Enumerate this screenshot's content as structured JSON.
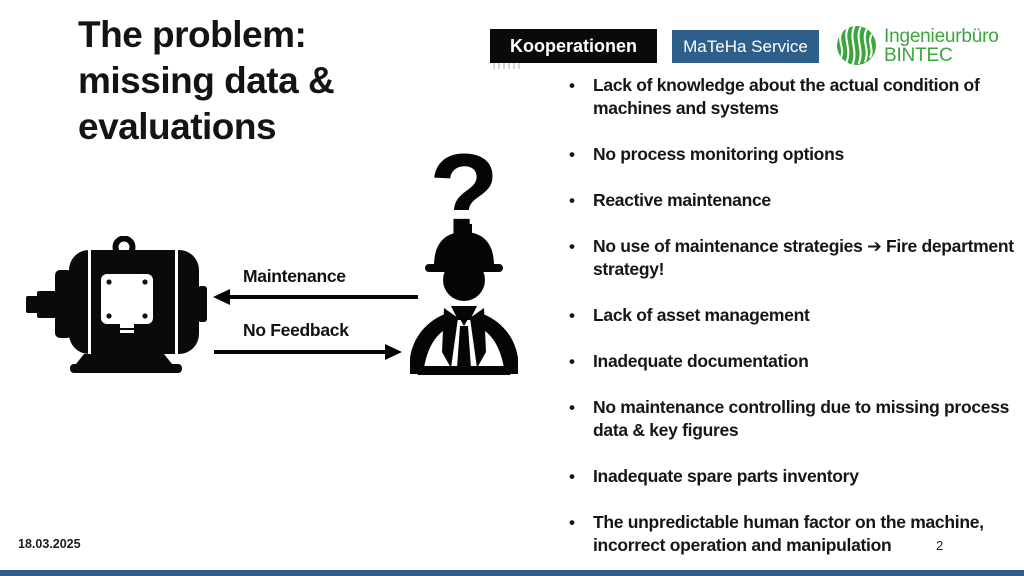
{
  "slide": {
    "title": "The problem: missing data & evaluations",
    "date": "18.03.2025",
    "page_number": "2"
  },
  "header": {
    "badges": [
      {
        "label": "Kooperationen",
        "bg": "#0a0a0a"
      },
      {
        "label": "MaTeHa Service",
        "bg": "#2e5f8a"
      }
    ],
    "logo": {
      "line1": "Ingenieurbüro",
      "line2": "BINTEC",
      "icon": "wavy-sphere-icon",
      "color": "#3da53d"
    }
  },
  "diagram": {
    "machine_icon": "electric-motor-icon",
    "person_icon": "worker-with-question-mark-icon",
    "arrows": [
      {
        "label": "Maintenance",
        "direction": "left",
        "from": "person",
        "to": "machine"
      },
      {
        "label": "No Feedback",
        "direction": "right",
        "from": "machine",
        "to": "person"
      }
    ]
  },
  "bullets": [
    "Lack of knowledge about the actual condition of machines and systems",
    "No process monitoring options",
    "Reactive maintenance",
    "No use of maintenance strategies ➔ Fire department strategy!",
    "Lack of asset management",
    "Inadequate documentation",
    "No maintenance controlling due to missing process data & key figures",
    "Inadequate spare parts inventory",
    "The unpredictable human factor on the machine, incorrect operation and manipulation"
  ],
  "colors": {
    "badge_black": "#0a0a0a",
    "accent_blue": "#2e5f8a",
    "logo_green": "#3da53d",
    "text": "#161616"
  }
}
